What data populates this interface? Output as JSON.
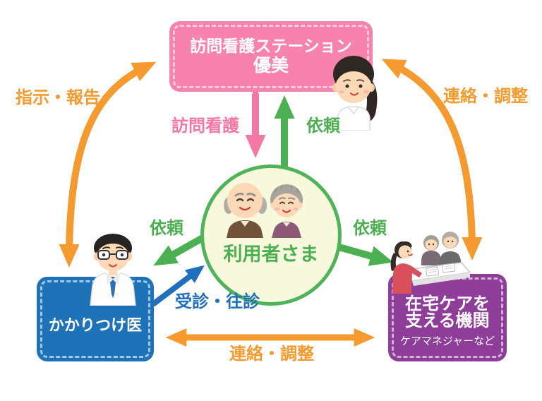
{
  "nodes": {
    "nursing_station": {
      "title": "訪問看護ステーション",
      "name": "優美",
      "color": "#F783AD"
    },
    "user": {
      "label": "利用者さま",
      "color": "#4CB052",
      "fill": "#F8F8DD"
    },
    "family_doctor": {
      "label": "かかりつけ医",
      "color": "#1E73B8"
    },
    "care_org": {
      "line1": "在宅ケアを",
      "line2": "支える機関",
      "note": "ケアマネジャーなど",
      "color": "#8E3E99"
    }
  },
  "edges": {
    "doctor_station": {
      "label": "指示・報告",
      "color": "#F49A2F"
    },
    "station_careorg": {
      "label": "連絡・調整",
      "color": "#F49A2F"
    },
    "doctor_careorg": {
      "label": "連絡・調整",
      "color": "#F49A2F"
    },
    "station_to_user": {
      "label": "訪問看護",
      "color": "#F478A4"
    },
    "user_to_station": {
      "label": "依頼",
      "color": "#4CB052"
    },
    "user_to_doctor": {
      "label": "依頼",
      "color": "#4CB052"
    },
    "user_to_careorg": {
      "label": "依頼",
      "color": "#4CB052"
    },
    "doctor_to_user": {
      "label": "受診・往診",
      "color": "#1F6FBD"
    }
  },
  "illustrations": [
    {
      "name": "nurse-illustration"
    },
    {
      "name": "doctor-illustration"
    },
    {
      "name": "elderly-couple-illustration"
    },
    {
      "name": "care-consultation-illustration"
    }
  ]
}
